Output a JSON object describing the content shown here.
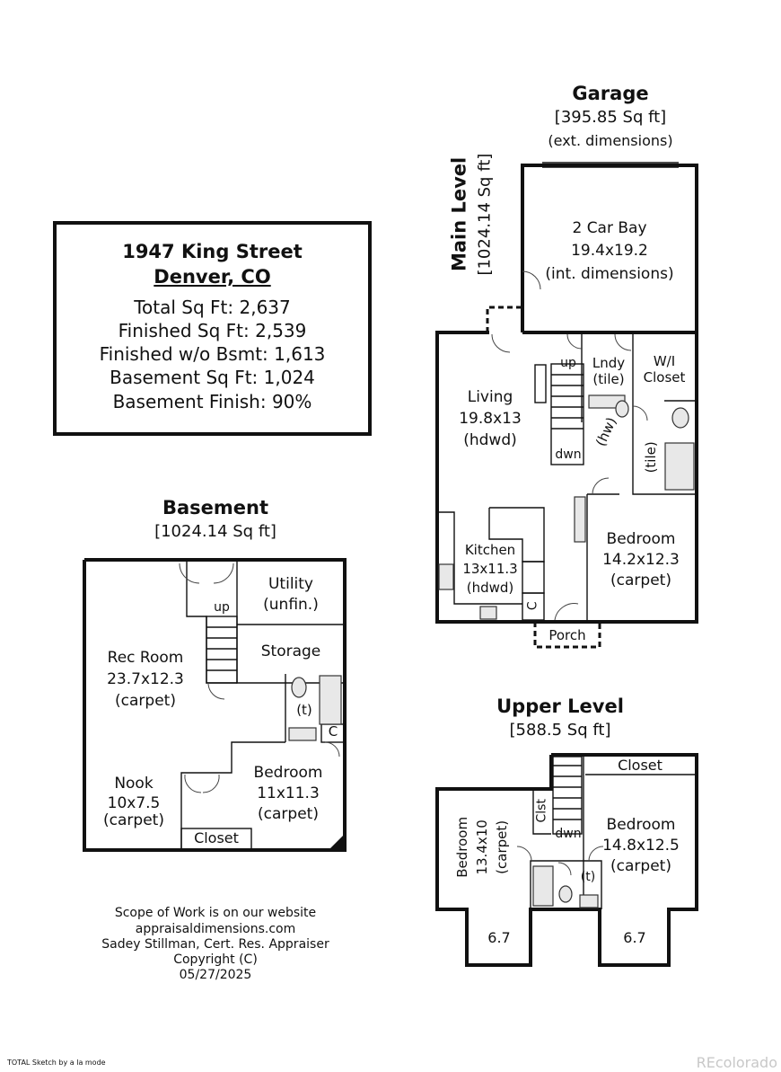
{
  "info": {
    "address": "1947 King Street",
    "city": "Denver, CO",
    "total": "Total Sq Ft: 2,637",
    "finished": "Finished Sq Ft: 2,539",
    "finished_wo_bsmt": "Finished w/o Bsmt: 1,613",
    "basement_sqft": "Basement Sq Ft: 1,024",
    "basement_finish": "Basement Finish: 90%"
  },
  "garage": {
    "title": "Garage",
    "area": "[395.85 Sq ft]",
    "note": "(ext. dimensions)",
    "bay_name": "2 Car Bay",
    "bay_size": "19.4x19.2",
    "bay_note": "(int. dimensions)"
  },
  "main": {
    "title": "Main Level",
    "area": "[1024.14 Sq ft]",
    "living_name": "Living",
    "living_size": "19.8x13",
    "living_floor": "(hdwd)",
    "kitchen_name": "Kitchen",
    "kitchen_size": "13x11.3",
    "kitchen_floor": "(hdwd)",
    "laundry_name": "Lndy",
    "laundry_floor": "(tile)",
    "wi_closet_1": "W/I",
    "wi_closet_2": "Closet",
    "hw": "(hw)",
    "tile": "(tile)",
    "bedroom_name": "Bedroom",
    "bedroom_size": "14.2x12.3",
    "bedroom_floor": "(carpet)",
    "closet_c": "C",
    "porch": "Porch",
    "up": "up",
    "down": "dwn"
  },
  "basement": {
    "title": "Basement",
    "area": "[1024.14 Sq ft]",
    "utility_name": "Utility",
    "utility_note": "(unfin.)",
    "storage": "Storage",
    "rec_name": "Rec Room",
    "rec_size": "23.7x12.3",
    "rec_floor": "(carpet)",
    "bath_t": "(t)",
    "closet_c": "C",
    "nook_name": "Nook",
    "nook_size": "10x7.5",
    "nook_floor": "(carpet)",
    "bedroom_name": "Bedroom",
    "bedroom_size": "11x11.3",
    "bedroom_floor": "(carpet)",
    "closet": "Closet",
    "up": "up"
  },
  "upper": {
    "title": "Upper Level",
    "area": "[588.5 Sq ft]",
    "closet": "Closet",
    "bed1_name": "Bedroom",
    "bed1_size": "13.4x10",
    "bed1_floor": "(carpet)",
    "clst": "Clst",
    "down": "dwn",
    "bath_t": "(t)",
    "bed2_name": "Bedroom",
    "bed2_size": "14.8x12.5",
    "bed2_floor": "(carpet)",
    "bay1": "6.7",
    "bay2": "6.7"
  },
  "footer": {
    "line1": "Scope of Work is on our website",
    "line2": "appraisaldimensions.com",
    "line3": "Sadey Stillman, Cert. Res. Appraiser",
    "line4": "Copyright (C)",
    "line5": "05/27/2025",
    "software": "TOTAL Sketch by a la mode",
    "watermark": "REcolorado"
  }
}
